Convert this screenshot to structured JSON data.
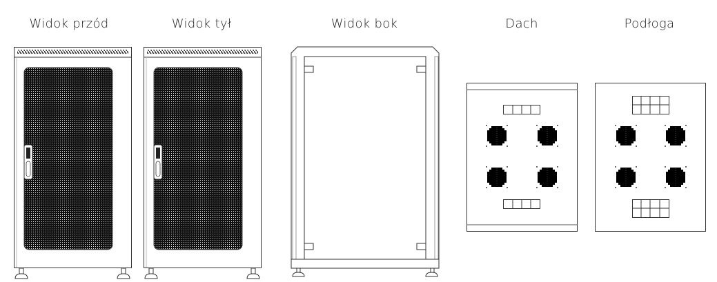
{
  "views": [
    {
      "label": "Widok przód"
    },
    {
      "label": "Widok tył"
    },
    {
      "label": "Widok bok"
    },
    {
      "label": "Dach"
    },
    {
      "label": "Podłoga"
    }
  ],
  "colors": {
    "line": "#333333",
    "mesh": "#1a1a1a",
    "background": "#ffffff"
  }
}
